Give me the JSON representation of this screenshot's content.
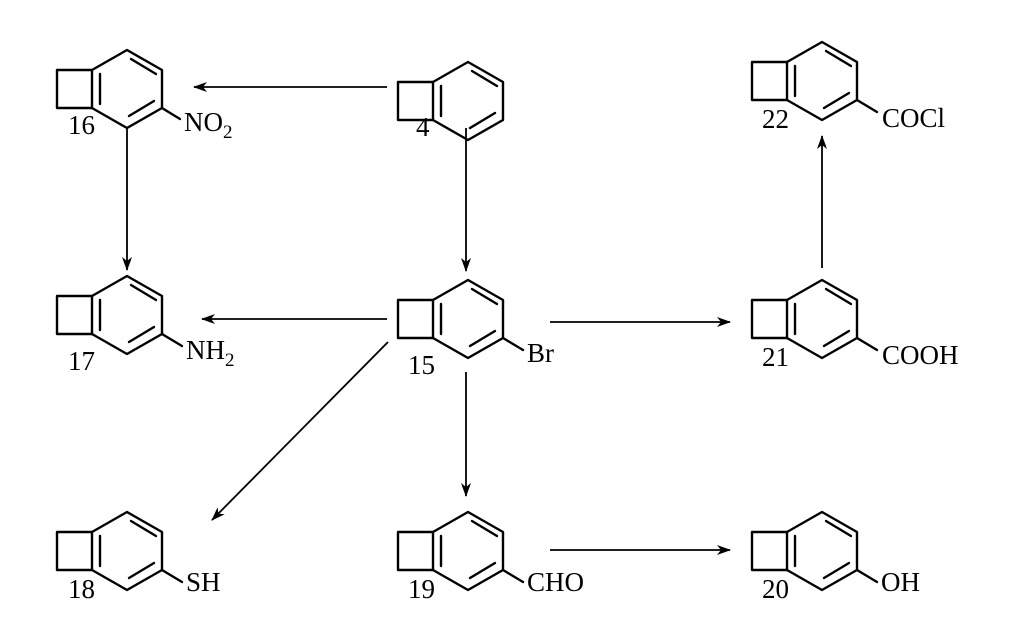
{
  "compounds": {
    "c4": {
      "number": "4",
      "group": ""
    },
    "c16": {
      "number": "16",
      "group": "NO",
      "group_sub": "2"
    },
    "c17": {
      "number": "17",
      "group": "NH",
      "group_sub": "2"
    },
    "c15": {
      "number": "15",
      "group": "Br"
    },
    "c21": {
      "number": "21",
      "group": "COOH"
    },
    "c22": {
      "number": "22",
      "group": "COCl"
    },
    "c18": {
      "number": "18",
      "group": "SH"
    },
    "c19": {
      "number": "19",
      "group": "CHO"
    },
    "c20": {
      "number": "20",
      "group": "OH"
    }
  },
  "reactions": [
    {
      "from": "4",
      "to": "16"
    },
    {
      "from": "4",
      "to": "15"
    },
    {
      "from": "16",
      "to": "17"
    },
    {
      "from": "15",
      "to": "17"
    },
    {
      "from": "15",
      "to": "21"
    },
    {
      "from": "21",
      "to": "22"
    },
    {
      "from": "15",
      "to": "18"
    },
    {
      "from": "15",
      "to": "19"
    },
    {
      "from": "19",
      "to": "20"
    }
  ]
}
